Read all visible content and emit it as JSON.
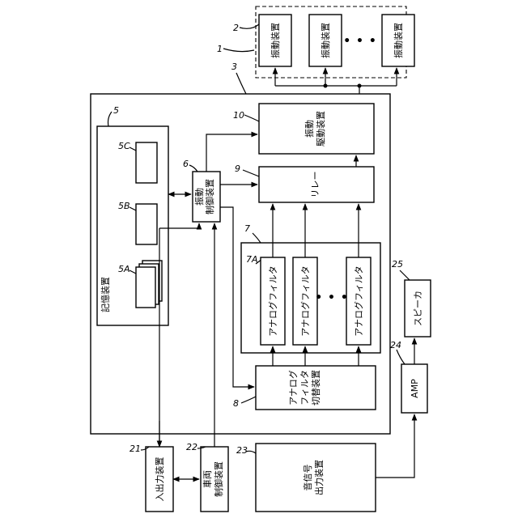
{
  "refs": {
    "r1": "1",
    "r2": "2",
    "r3": "3",
    "r5": "5",
    "r5a": "5A",
    "r5b": "5B",
    "r5c": "5C",
    "r6": "6",
    "r7": "7",
    "r7a": "7A",
    "r8": "8",
    "r9": "9",
    "r10": "10",
    "r21": "21",
    "r22": "22",
    "r23": "23",
    "r24": "24",
    "r25": "25"
  },
  "labels": {
    "vibrator": "振動装置",
    "vibration_drive": [
      "振動",
      "駆動装置"
    ],
    "relay": "リレー",
    "vibration_control": [
      "振動",
      "制御装置"
    ],
    "storage": "記憶装置",
    "analog_filter": "アナログフィルタ",
    "filter_switch": [
      "アナログ",
      "フィルタ",
      "切替装置"
    ],
    "io_device": "入出力装置",
    "vehicle_control": [
      "車両",
      "制御装置"
    ],
    "sound_output": [
      "音信号",
      "出力装置"
    ],
    "amp": "AMP",
    "speaker": "スピーカ",
    "ellipsis": "• • •"
  }
}
